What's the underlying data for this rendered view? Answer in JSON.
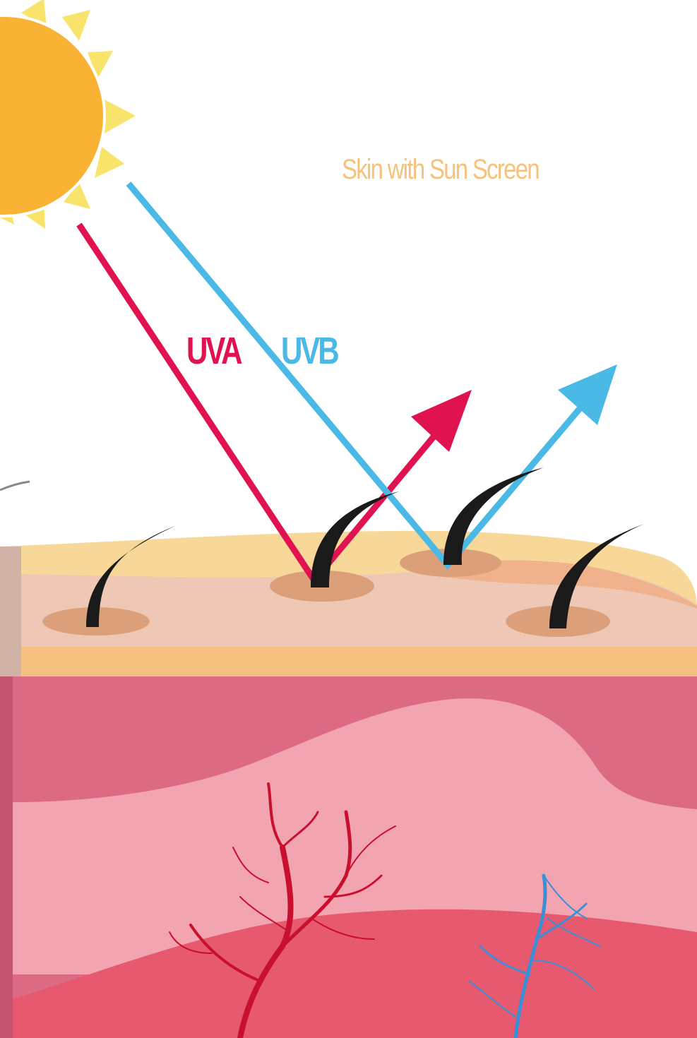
{
  "title": "Skin with Sun Screen",
  "rays": {
    "uva": {
      "label": "UVA",
      "color": "#e0124f"
    },
    "uvb": {
      "label": "UVB",
      "color": "#4ab9e6"
    }
  },
  "colors": {
    "sun_core": "#f9b233",
    "sun_rays": "#f8e46a",
    "epidermis_top": "#f7d899",
    "epidermis": "#eec8b4",
    "epidermis_band": "#f6c080",
    "dermis": "#dc6a82",
    "dermis_light": "#f2a4b1",
    "hypodermis": "#e6596f",
    "artery": "#c8102e",
    "vein": "#3b8fd6",
    "hair": "#1a1a1a",
    "follicle": "#dba07a"
  },
  "icons": [
    "sun-icon",
    "hair-icon",
    "blood-vessel-icon"
  ]
}
